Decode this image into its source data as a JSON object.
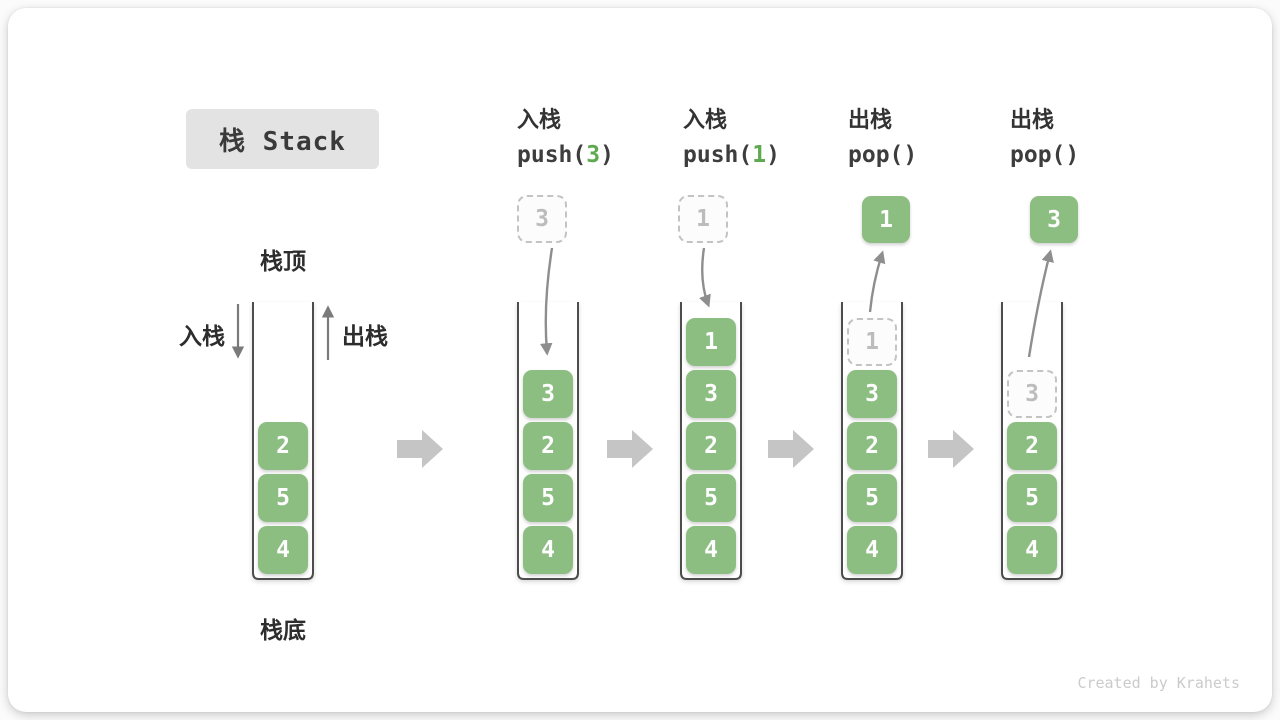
{
  "title": "栈 Stack",
  "credit": "Created by Krahets",
  "legend": {
    "stack_top": "栈顶",
    "stack_bottom": "栈底",
    "push": "入栈",
    "pop": "出栈"
  },
  "colors": {
    "cell_green": "#8cbe82",
    "arg_green": "#5faa50",
    "ghost_border": "#c3c3c3",
    "ghost_text": "#bcbcbc",
    "arrow_gray": "#8e8e8e",
    "block_arrow_gray": "#c5c5c5",
    "title_bg": "#e3e3e3",
    "text_dark": "#333333",
    "credit_gray": "#cbcbcb"
  },
  "stages": [
    {
      "items": [
        "2",
        "5",
        "4"
      ]
    },
    {
      "header": {
        "title": "入栈",
        "code_pre": "push(",
        "code_arg": "3",
        "code_suffix": ")"
      },
      "incoming": "3",
      "items": [
        "3",
        "2",
        "5",
        "4"
      ]
    },
    {
      "header": {
        "title": "入栈",
        "code_pre": "push(",
        "code_arg": "1",
        "code_suffix": ")"
      },
      "incoming": "1",
      "items": [
        "1",
        "3",
        "2",
        "5",
        "4"
      ]
    },
    {
      "header": {
        "title": "出栈",
        "code_pre": "pop(",
        "code_arg": "",
        "code_suffix": ")"
      },
      "popped": "1",
      "ghost": "1",
      "items": [
        "3",
        "2",
        "5",
        "4"
      ]
    },
    {
      "header": {
        "title": "出栈",
        "code_pre": "pop(",
        "code_arg": "",
        "code_suffix": ")"
      },
      "popped": "3",
      "ghost": "3",
      "items": [
        "2",
        "5",
        "4"
      ]
    }
  ]
}
